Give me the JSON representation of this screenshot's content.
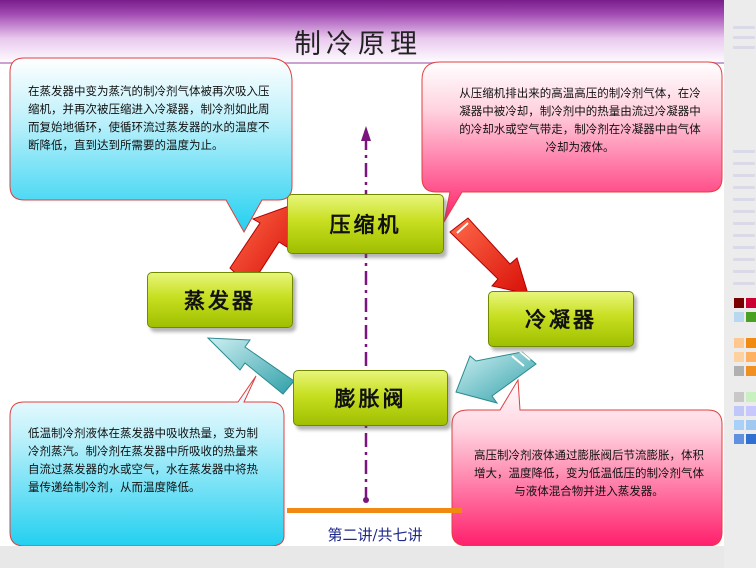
{
  "title": "制冷原理",
  "footer": "第二讲/共七讲",
  "nodes": {
    "compressor": "压缩机",
    "condenser": "冷凝器",
    "expansion_valve": "膨胀阀",
    "evaporator": "蒸发器"
  },
  "callouts": {
    "top_left": "在蒸发器中变为蒸汽的制冷剂气体被再次吸入压缩机，并再次被压缩进入冷凝器，制冷剂如此周而复始地循环，使循环流过蒸发器的水的温度不断降低，直到达到所需要的温度为止。",
    "top_right": "从压缩机排出来的高温高压的制冷剂气体，在冷凝器中被冷却，制冷剂中的热量由流过冷凝器中的冷却水或空气带走，制冷剂在冷凝器中由气体冷却为液体。",
    "bottom_left": "低温制冷剂液体在蒸发器中吸收热量，变为制冷剂蒸汽。制冷剂在蒸发器中所吸收的热量来自流过蒸发器的水或空气，水在蒸发器中将热量传递给制冷剂，从而温度降低。",
    "bottom_right": "高压制冷剂液体通过膨胀阀后节流膨胀，体积增大，温度降低，变为低温低压的制冷剂气体与液体混合物并进入蒸发器。"
  },
  "colors": {
    "node_fill": "#c7df20",
    "arrow_red": "#e02010",
    "arrow_teal": "#4fb2b8",
    "callout_cyan": "#22d0f0",
    "callout_pink": "#ff1f6c",
    "axis_line": "#7b157e",
    "header_purple": "#7a1d8c"
  }
}
